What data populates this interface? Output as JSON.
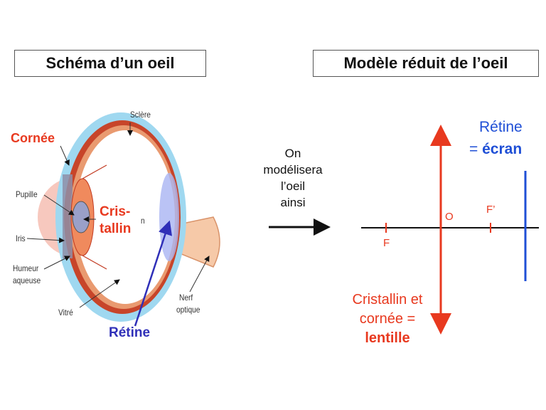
{
  "titles": {
    "left": "Schéma d’un oeil",
    "right": "Modèle réduit de l’oeil"
  },
  "eye": {
    "sclere": "Sclère",
    "cornee": "Cornée",
    "pupille": "Pupille",
    "cristallin_1": "Cris-",
    "cristallin_2": "tallin",
    "n_mark": "n",
    "iris": "Iris",
    "humeur_1": "Humeur",
    "humeur_2": "aqueuse",
    "vitre": "Vitré",
    "retine": "Rétine",
    "nerf_1": "Nerf",
    "nerf_2": "optique"
  },
  "middle": {
    "line1": "On",
    "line2": "modélisera",
    "line3": "l’oeil",
    "line4": "ainsi"
  },
  "model": {
    "retine": "Rétine",
    "ecran_prefix": "= ",
    "ecran": "écran",
    "o": "O",
    "f": "F",
    "fprime": "F’",
    "lens_1": "Cristallin et",
    "lens_2": "cornée =",
    "lens_3": "lentille"
  },
  "colors": {
    "red": "#e8391f",
    "blue": "#2f2fb8",
    "model_blue": "#1f4fd6",
    "cornea_blue": "#8fd3ee",
    "sclera_red": "#c23b22"
  }
}
